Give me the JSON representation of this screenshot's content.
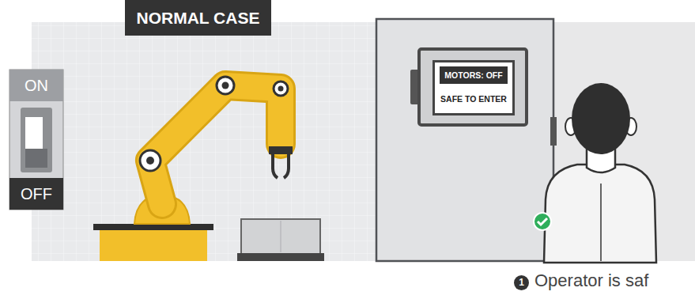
{
  "diagram": {
    "nodes": [
      {
        "text": [
          "NORMAL CASE"
        ]
      },
      {
        "text": [
          "ON",
          "OFF"
        ]
      },
      {
        "text": [
          "SAFE TO ENTER"
        ]
      },
      {
        "text": [
          "MOTORS: OFF"
        ],
        "in": 2
      },
      {
        "text": [
          "1"
        ]
      }
    ],
    "labels": [
      "Operator is saf"
    ]
  }
}
